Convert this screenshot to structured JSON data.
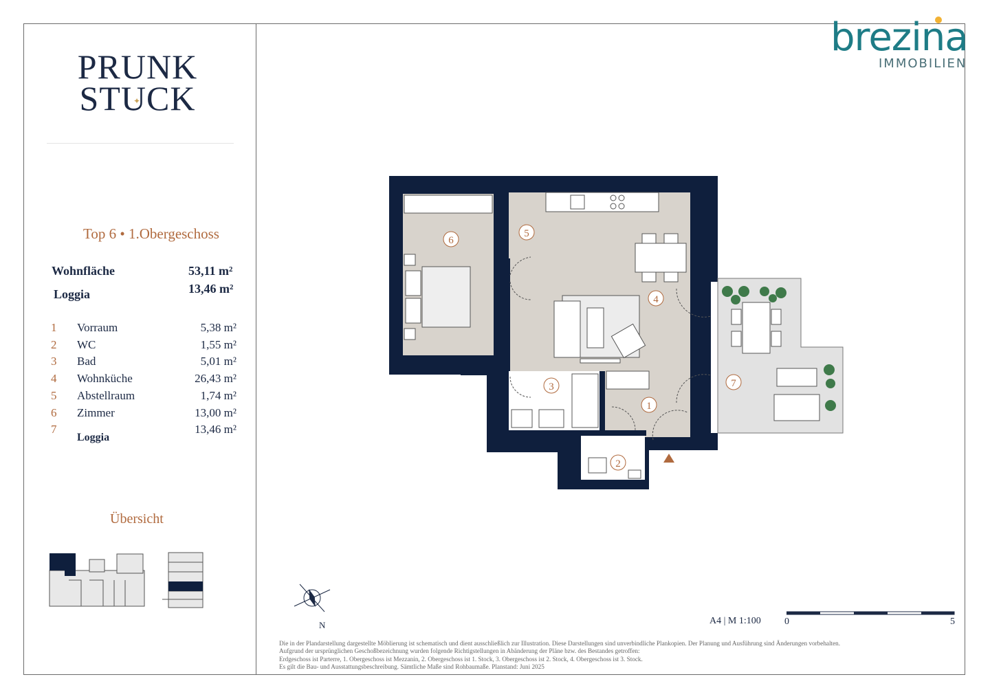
{
  "project": {
    "name_line1": "PRUNK",
    "name_line2": "STUCK"
  },
  "unit_title": "Top 6 • 1.Obergeschoss",
  "summary": [
    {
      "label": "Wohnfläche",
      "value": "53,11 m²"
    },
    {
      "label": "Loggia",
      "value": "13,46 m²"
    }
  ],
  "rooms": [
    {
      "num": "1",
      "name": "Vorraum",
      "area": "5,38 m²"
    },
    {
      "num": "2",
      "name": "WC",
      "area": "1,55 m²"
    },
    {
      "num": "3",
      "name": "Bad",
      "area": "5,01 m²"
    },
    {
      "num": "4",
      "name": "Wohnküche",
      "area": "26,43 m²"
    },
    {
      "num": "5",
      "name": "Abstellraum",
      "area": "1,74 m²"
    },
    {
      "num": "6",
      "name": "Zimmer",
      "area": "13,00 m²"
    },
    {
      "num": "7",
      "name": "Loggia",
      "area": "13,46 m²"
    }
  ],
  "overview_title": "Übersicht",
  "logo": {
    "main": "brezina",
    "sub": "IMMOBILIEN"
  },
  "compass": {
    "label": "N"
  },
  "scale": {
    "label": "A4 | M 1:100",
    "start": "0",
    "end": "5"
  },
  "disclaimer": [
    "Die in der Plandarstellung dargestellte Möblierung ist schematisch und dient ausschließlich zur Illustration. Diese Darstellungen sind unverbindliche Plankopien. Der Planung und Ausführung sind Änderungen vorbehalten.",
    "Aufgrund der ursprünglichen Geschoßbezeichnung wurden folgende Richtigstellungen in Abänderung der Pläne bzw. des Bestandes getroffen:",
    "Erdgeschoss ist Parterre, 1. Obergeschoss ist Mezzanin, 2. Obergeschoss ist 1. Stock, 3. Obergeschoss ist 2. Stock, 4. Obergeschoss ist 3. Stock.",
    "Es gilt die Bau- und Ausstattungsbeschreibung. Sämtliche Maße sind Rohbaumaße. Planstand: Juni 2025"
  ],
  "colors": {
    "wall": "#0f1f3d",
    "floor": "#d8d3cc",
    "loggia": "#e2e2e2",
    "accent": "#b06a3e",
    "plant": "#3f7a4a"
  }
}
